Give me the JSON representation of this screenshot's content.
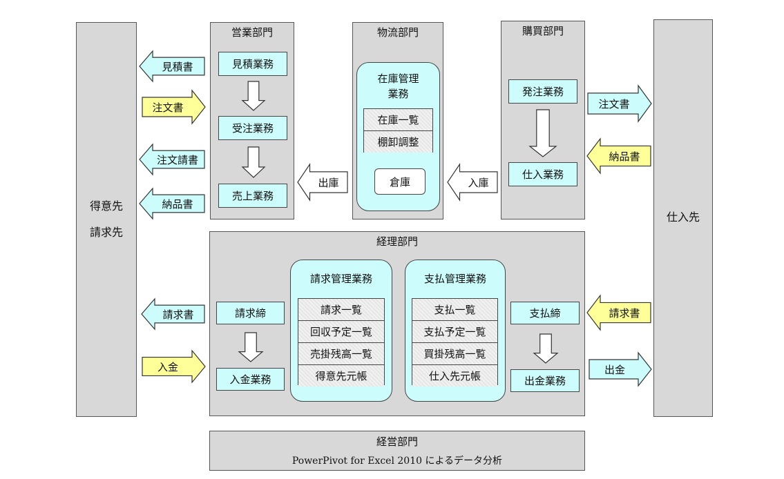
{
  "customer": {
    "line1": "得意先",
    "line2": "請求先"
  },
  "supplier": {
    "label": "仕入先"
  },
  "sales": {
    "title": "営業部門",
    "tasks": [
      "見積業務",
      "受注業務",
      "売上業務"
    ]
  },
  "logistics": {
    "title": "物流部門",
    "box_title_1": "在庫管理",
    "box_title_2": "業務",
    "list": [
      "在庫一覧",
      "棚卸調整"
    ],
    "warehouse": "倉庫"
  },
  "purchasing": {
    "title": "購買部門",
    "tasks": [
      "発注業務",
      "仕入業務"
    ]
  },
  "accounting": {
    "title": "経理部門",
    "billing_close": "請求締",
    "receipt_task": "入金業務",
    "billing_box": {
      "title": "請求管理業務",
      "items": [
        "請求一覧",
        "回収予定一覧",
        "売掛残高一覧",
        "得意先元帳"
      ]
    },
    "payment_box": {
      "title": "支払管理業務",
      "items": [
        "支払一覧",
        "支払予定一覧",
        "買掛残高一覧",
        "仕入先元帳"
      ]
    },
    "payment_close": "支払締",
    "payment_task": "出金業務"
  },
  "management": {
    "title": "経営部門",
    "subtitle": "PowerPivot for Excel 2010 によるデータ分析"
  },
  "flows": {
    "estimate": "見積書",
    "order": "注文書",
    "order_ack": "注文請書",
    "delivery": "納品書",
    "invoice": "請求書",
    "receipt": "入金",
    "shipout": "出庫",
    "stockin": "入庫",
    "po": "注文書",
    "supplier_delivery": "納品書",
    "supplier_invoice": "請求書",
    "payout": "出金"
  },
  "colors": {
    "panel": "#d8d8d8",
    "task": "#ccfcfc",
    "outgoing_arrow": "#ccfcfc",
    "incoming_arrow": "#ffff99",
    "internal_arrow": "#ffffff",
    "border": "#444444"
  }
}
